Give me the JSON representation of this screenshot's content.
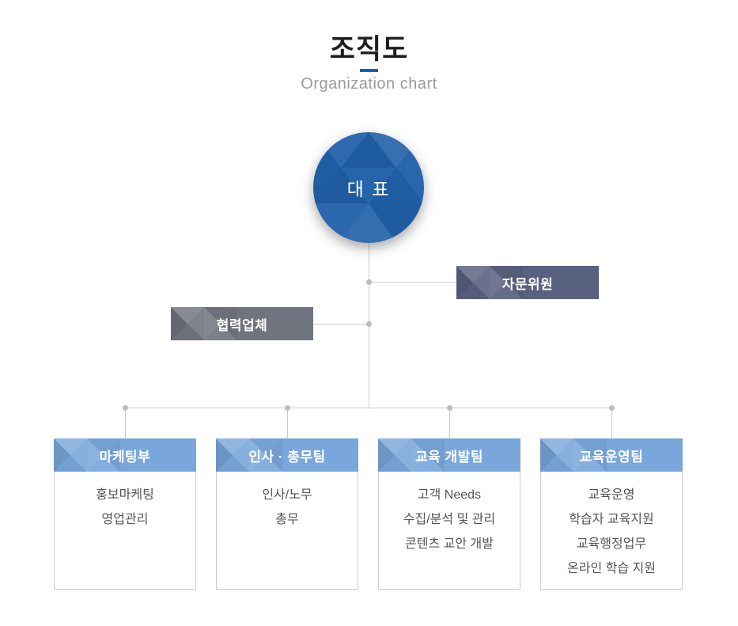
{
  "page": {
    "title": "조직도",
    "subtitle": "Organization chart"
  },
  "chart": {
    "ceo": {
      "label": "대 표"
    },
    "advisory": {
      "label": "자문위원"
    },
    "partner": {
      "label": "협력업체"
    },
    "departments": [
      {
        "name": "마케팅부",
        "items": [
          "홍보마케팅",
          "영업관리"
        ]
      },
      {
        "name": "인사 · 총무팀",
        "items": [
          "인사/노무",
          "총무"
        ]
      },
      {
        "name": "교육 개발팀",
        "items": [
          "고객 Needs",
          "수집/분석 및 관리",
          "콘텐츠 교안 개발"
        ]
      },
      {
        "name": "교육운영팀",
        "items": [
          "교육운영",
          "학습자 교육지원",
          "교육행정업무",
          "온라인 학습 지원"
        ]
      }
    ]
  },
  "colors": {
    "accent_blue": "#1b5ea9",
    "ceo_circle_blue": "#2160a8",
    "advisory_bg": "#586180",
    "partner_bg": "#70747f",
    "dept_header_bg": "#79a7db",
    "connector_line": "#cbcbcb",
    "connector_dot": "#bcbcbc",
    "title_text": "#1e1e1e",
    "subtitle_text": "#9b9b9b",
    "body_text": "#555555"
  }
}
